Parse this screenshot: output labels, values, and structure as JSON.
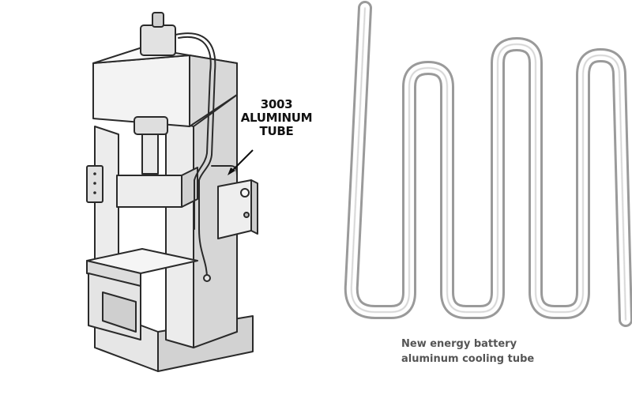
{
  "press_illustration": {
    "label_line1": "3003",
    "label_line2": "ALUMINUM",
    "label_line3": "TUBE"
  },
  "cooling_tube": {
    "caption_line1": "New energy battery",
    "caption_line2": "aluminum cooling tube"
  },
  "colors": {
    "line": "#2a2a2a",
    "fill_light": "#f1f1f1",
    "fill_mid": "#dcdcdc",
    "fill_dark": "#bdbdbd",
    "tube_outline": "#9a9a9a"
  }
}
